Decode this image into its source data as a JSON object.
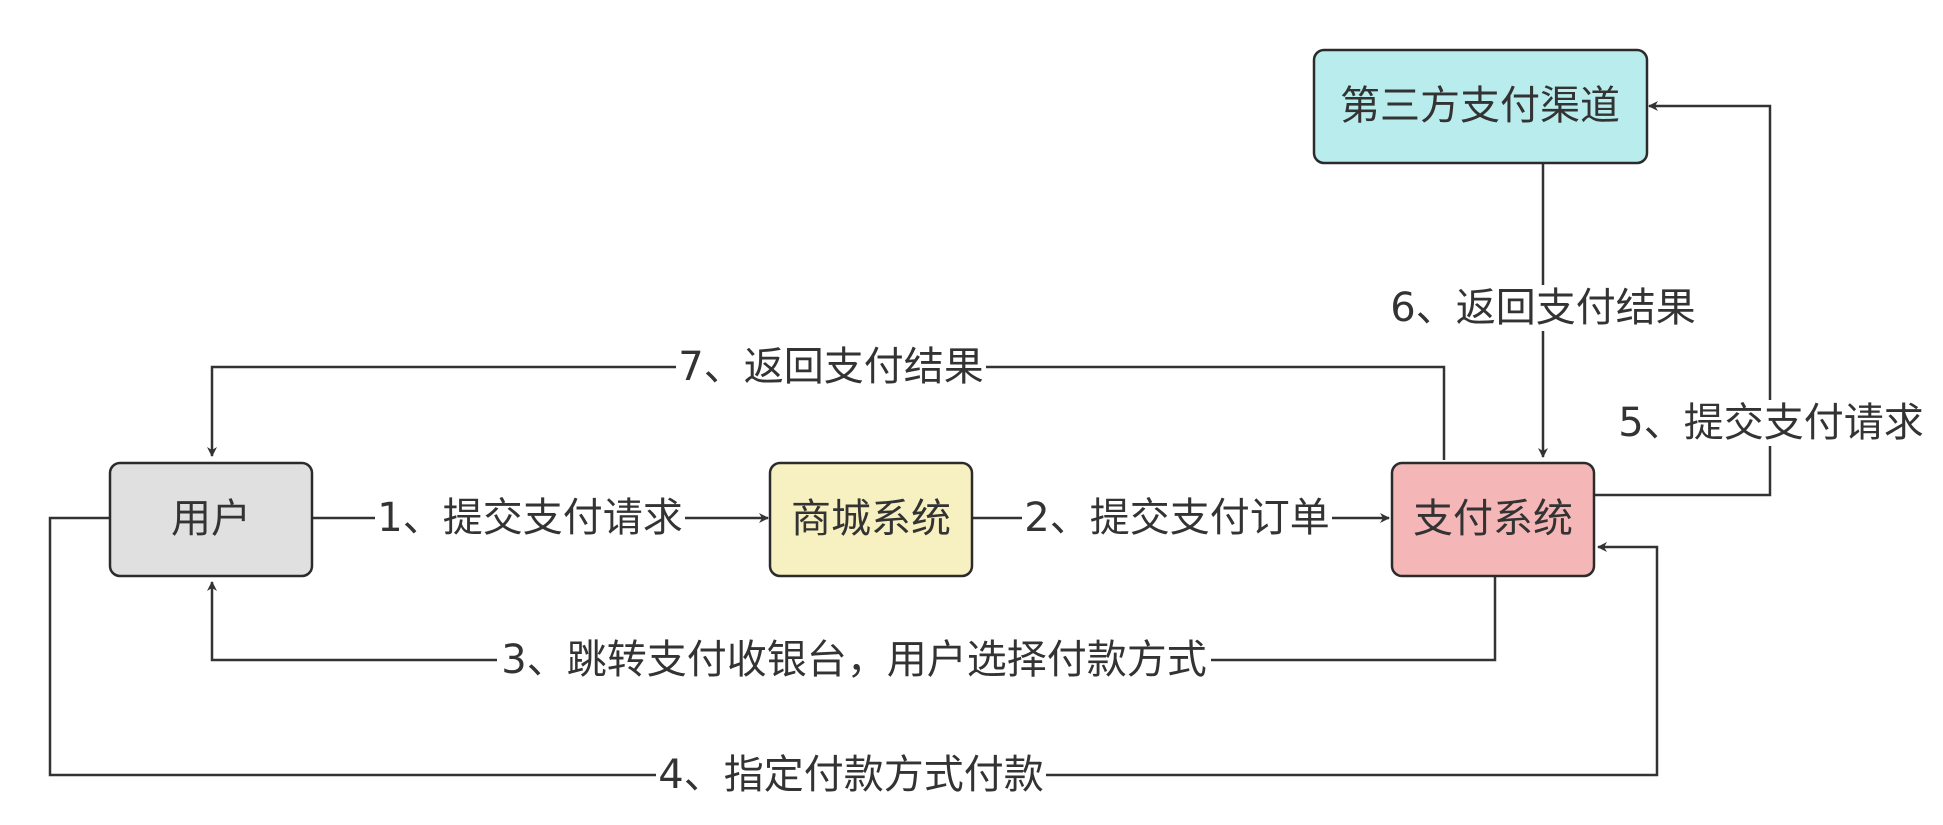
{
  "diagram": {
    "nodes": {
      "user": {
        "label": "用户",
        "fill": "#e0e0e0"
      },
      "mall": {
        "label": "商城系统",
        "fill": "#f7f0c0"
      },
      "payment": {
        "label": "支付系统",
        "fill": "#f4b6b6"
      },
      "channel": {
        "label": "第三方支付渠道",
        "fill": "#b9ecec"
      }
    },
    "edges": {
      "e1": {
        "label": "1、提交支付请求",
        "from": "user",
        "to": "mall"
      },
      "e2": {
        "label": "2、提交支付订单",
        "from": "mall",
        "to": "payment"
      },
      "e3": {
        "label": "3、跳转支付收银台，用户选择付款方式",
        "from": "payment",
        "to": "user"
      },
      "e4": {
        "label": "4、指定付款方式付款",
        "from": "user",
        "to": "payment"
      },
      "e5": {
        "label": "5、提交支付请求",
        "from": "payment",
        "to": "channel"
      },
      "e6": {
        "label": "6、返回支付结果",
        "from": "channel",
        "to": "payment"
      },
      "e7": {
        "label": "7、返回支付结果",
        "from": "payment",
        "to": "user"
      }
    },
    "colors": {
      "line": "#333333",
      "border": "#2b2b2b",
      "text": "#333333"
    }
  }
}
